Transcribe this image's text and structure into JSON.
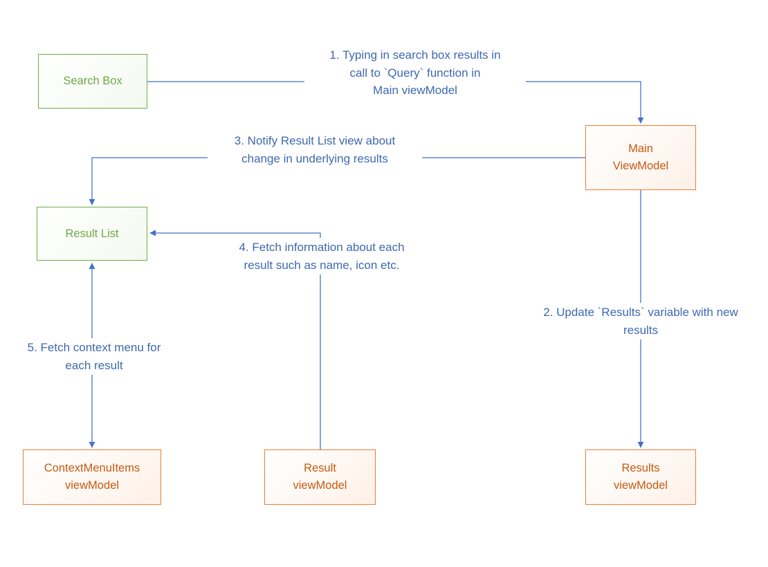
{
  "diagram": {
    "title": "Search MVVM flow diagram",
    "nodes": {
      "search_box": {
        "label": "Search Box"
      },
      "main_viewmodel": {
        "label": "Main\nViewModel"
      },
      "result_list": {
        "label": "Result List"
      },
      "contextmenuitems_viewmodel": {
        "label": "ContextMenuItems\nviewModel"
      },
      "result_viewmodel": {
        "label": "Result\nviewModel"
      },
      "results_viewmodel": {
        "label": "Results\nviewModel"
      }
    },
    "edges": {
      "e1": {
        "label": "1. Typing in search box results in\ncall to `Query` function in\nMain viewModel"
      },
      "e2": {
        "label": "2. Update `Results` variable with new\nresults"
      },
      "e3": {
        "label": "3. Notify Result List view about\nchange in underlying results"
      },
      "e4": {
        "label": "4. Fetch information about each\nresult such as name, icon etc."
      },
      "e5": {
        "label": "5. Fetch context menu for\neach result"
      }
    }
  },
  "colors": {
    "arrow-blue": "#4472C4",
    "label-blue": "#3E68B0",
    "green-border": "#70AD47",
    "green-text": "#6FA845",
    "orange-border": "#ED7D31",
    "orange-text": "#C55A11"
  }
}
